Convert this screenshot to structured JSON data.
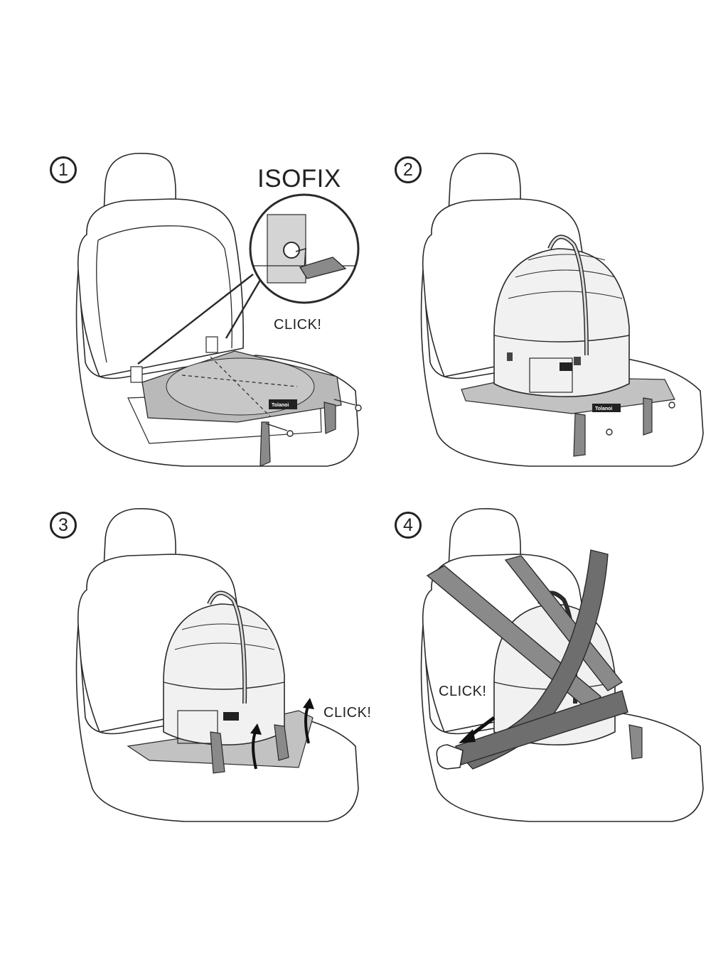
{
  "steps": [
    {
      "number": "1",
      "label": "ISOFIX",
      "click": "CLICK!",
      "brand_tag": "Tolanoi"
    },
    {
      "number": "2",
      "brand_tag": "Tolanoi"
    },
    {
      "number": "3",
      "click": "CLICK!"
    },
    {
      "number": "4",
      "click": "CLICK!"
    }
  ],
  "colors": {
    "line": "#2a2a2a",
    "strap": "#8a8a8a",
    "strap_dark": "#6e6e6e",
    "mat": "#b9b9b9",
    "seat": "#ffffff",
    "carrier": "#f1f1f1"
  },
  "icons": [
    "isofix-anchor-icon",
    "arrow-up-icon",
    "arrow-down-left-icon",
    "buckle-icon"
  ]
}
